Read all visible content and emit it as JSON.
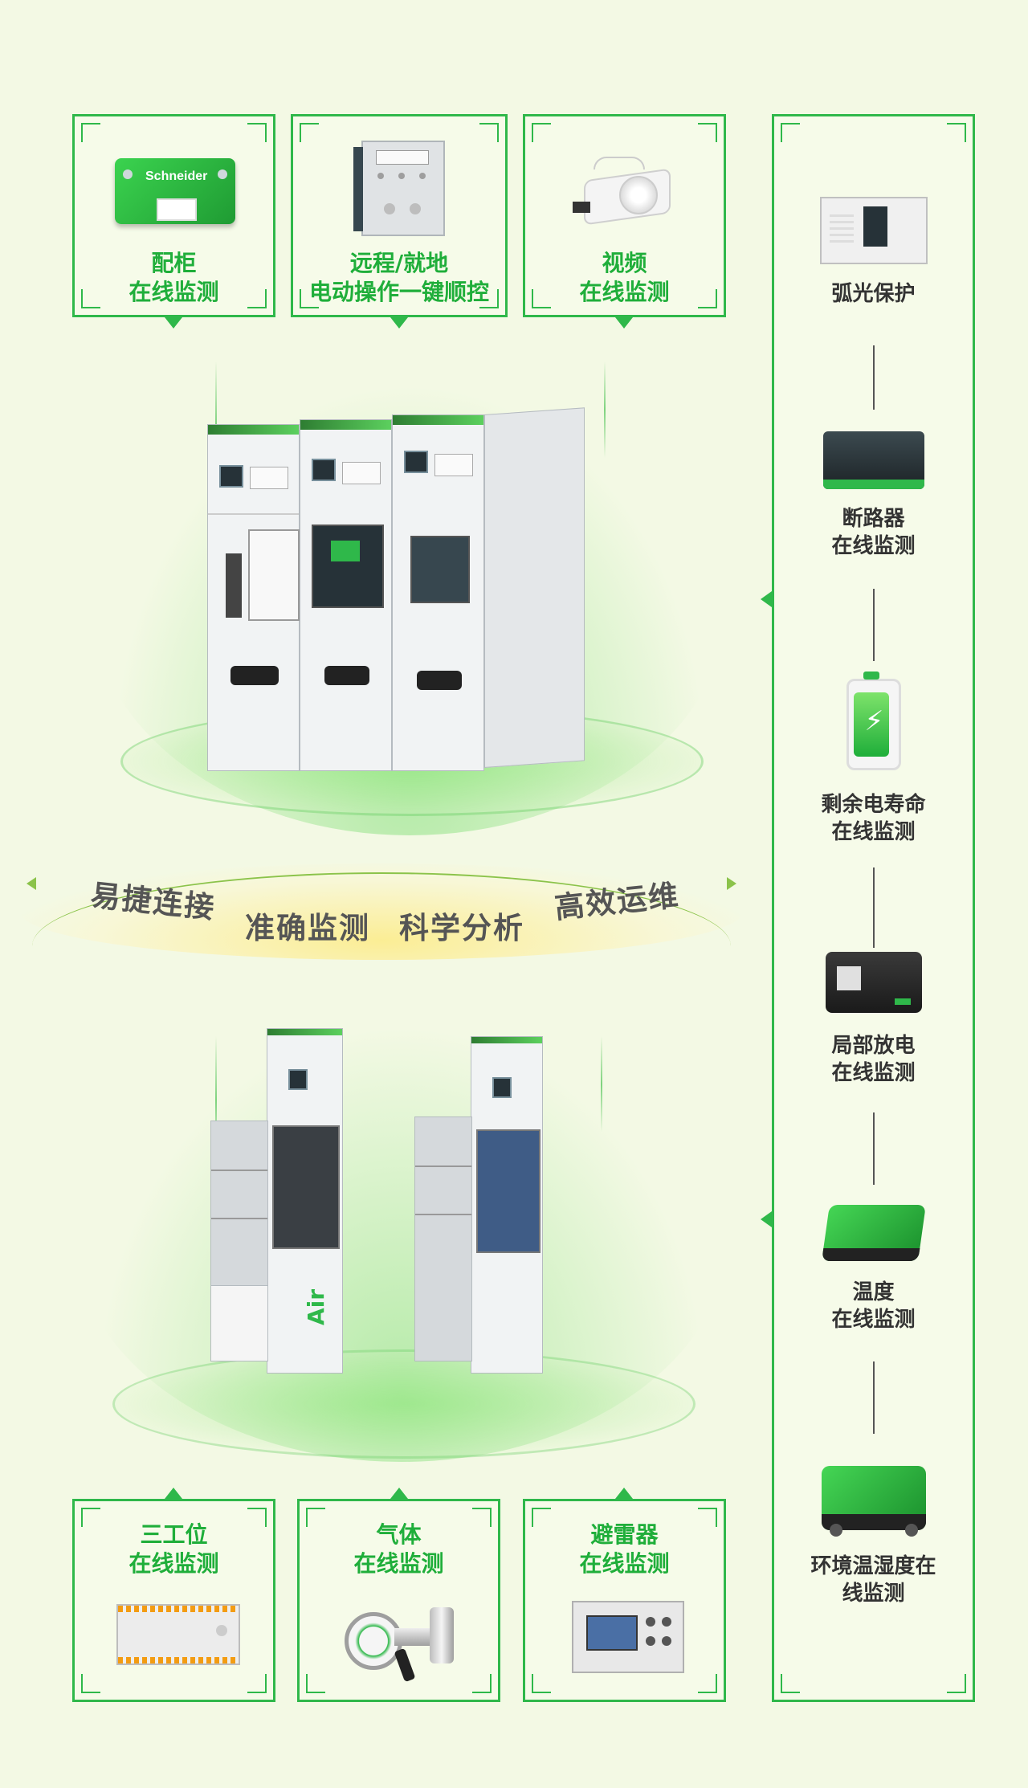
{
  "top_cards": [
    {
      "line1": "配柜",
      "line2": "在线监测",
      "icon": "schneider-sensor-icon"
    },
    {
      "line1": "远程/就地",
      "line2": "电动操作一键顺控",
      "icon": "control-panel-icon"
    },
    {
      "line1": "视频",
      "line2": "在线监测",
      "icon": "camera-icon"
    }
  ],
  "bottom_cards": [
    {
      "line1": "三工位",
      "line2": "在线监测",
      "icon": "din-module-icon"
    },
    {
      "line1": "气体",
      "line2": "在线监测",
      "icon": "gas-gauge-icon"
    },
    {
      "line1": "避雷器",
      "line2": "在线监测",
      "icon": "arrester-monitor-icon"
    }
  ],
  "banner": {
    "items": [
      "易捷连接",
      "准确监测",
      "科学分析",
      "高效运维"
    ]
  },
  "side_items": [
    {
      "line1": "弧光保护",
      "line2": "",
      "icon": "arc-relay-icon"
    },
    {
      "line1": "断路器",
      "line2": "在线监测",
      "icon": "breaker-sensor-icon"
    },
    {
      "line1": "剩余电寿命",
      "line2": "在线监测",
      "icon": "battery-icon"
    },
    {
      "line1": "局部放电",
      "line2": "在线监测",
      "icon": "pd-sensor-icon"
    },
    {
      "line1": "温度",
      "line2": "在线监测",
      "icon": "temp-sensor-icon"
    },
    {
      "line1": "环境温湿度在",
      "line2": "线监测",
      "icon": "humidity-sensor-icon"
    }
  ],
  "brand_text": "Schneider",
  "cabinet_text": "Air",
  "colors": {
    "accent": "#2fb84a",
    "background": "#f3f9e4"
  }
}
